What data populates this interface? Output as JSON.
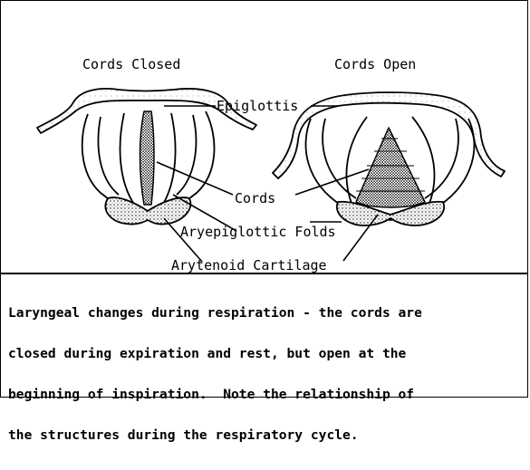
{
  "diagram": {
    "left_title": "Cords Closed",
    "right_title": "Cords Open",
    "labels": {
      "epiglottis": "Epiglottis",
      "cords": "Cords",
      "aryepiglottic_folds": "Aryepiglottic Folds",
      "arytenoid_cartilage": "Arytenoid Cartilage"
    }
  },
  "caption": {
    "lines": [
      "Laryngeal changes during respiration - the cords are",
      "closed during expiration and rest, but open at the",
      "beginning of inspiration.  Note the relationship of",
      "the structures during the respiratory cycle."
    ]
  }
}
